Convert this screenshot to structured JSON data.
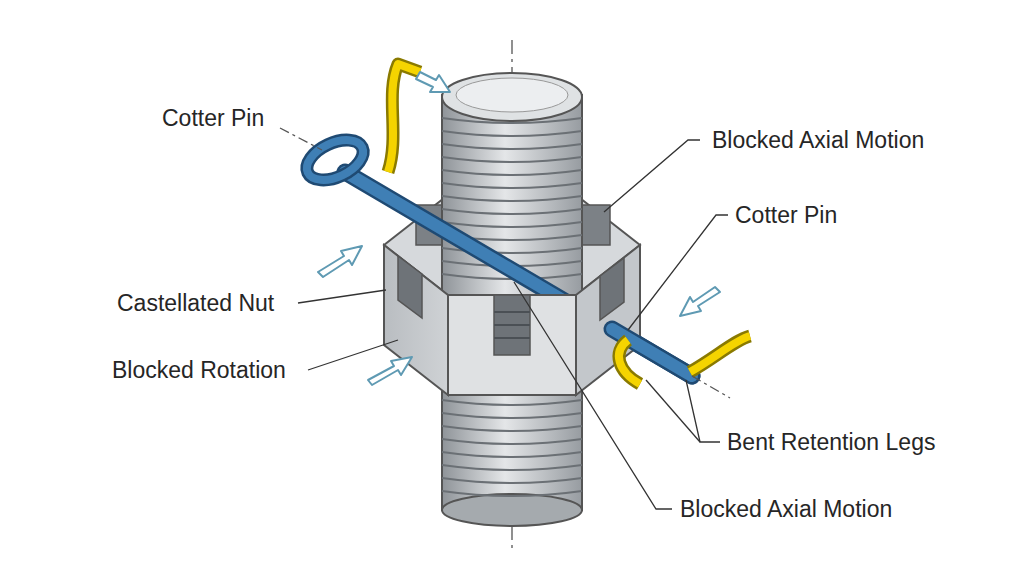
{
  "diagram": {
    "labels": [
      "Cotter Pin",
      "Blocked Axial Motion",
      "Cotter Pin",
      "Castellated Nut",
      "Blocked Rotation",
      "Bent Retention Legs",
      "Blocked Axial Motion"
    ]
  }
}
